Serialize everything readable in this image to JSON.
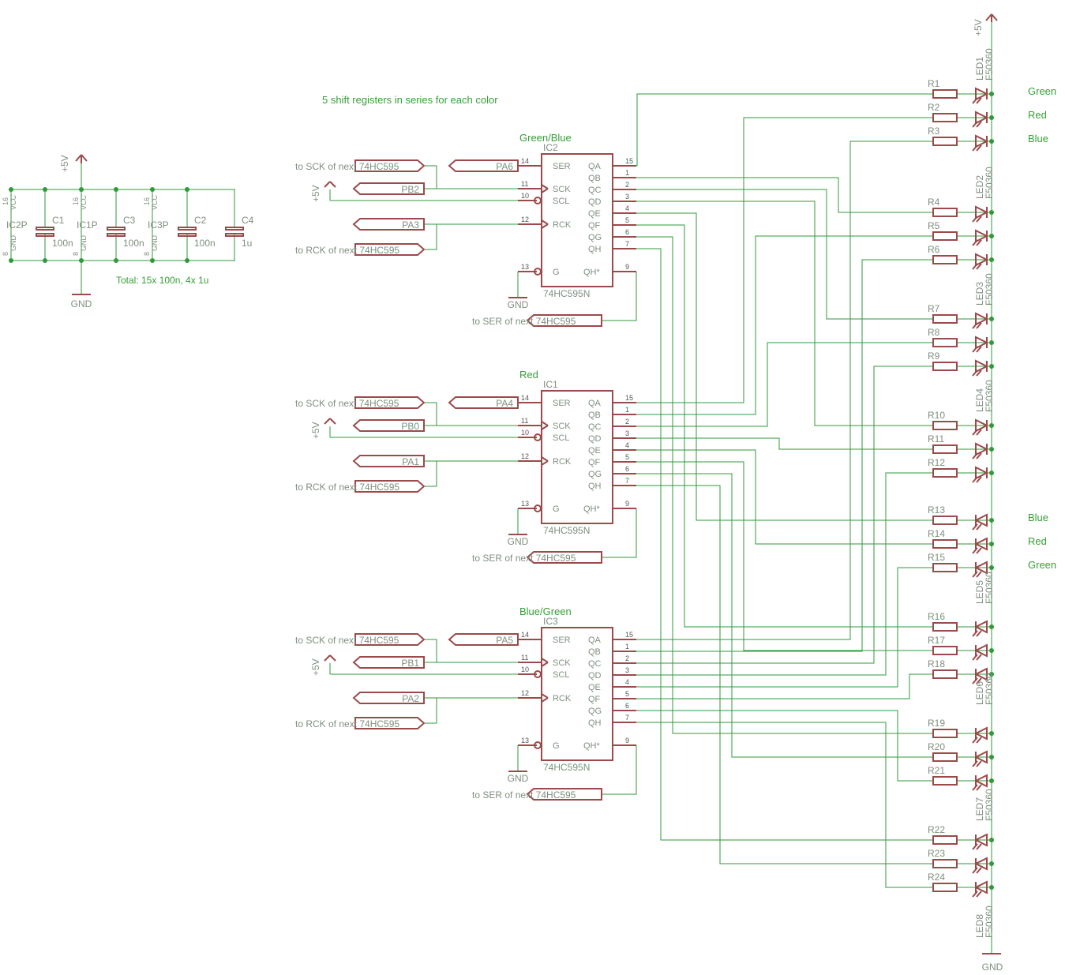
{
  "colors": {
    "net": "#2f9a3a",
    "part": "#9b4a4a",
    "label": "#7f8f7f",
    "note": "#36a036",
    "pinnum": "#555555"
  },
  "note": "5 shift registers in series for each color",
  "total_note": "Total: 15x 100n, 4x 1u",
  "supply": {
    "vcc": "+5V",
    "gnd": "GND",
    "pin_vcc_num": "16",
    "pin_gnd_num": "8",
    "pin_vcc": "VCC",
    "pin_gnd": "GND"
  },
  "decoupling": {
    "ic_power": [
      "IC2P",
      "IC1P",
      "IC3P"
    ],
    "caps": [
      {
        "name": "C1",
        "value": "100n"
      },
      {
        "name": "C3",
        "value": "100n"
      },
      {
        "name": "C2",
        "value": "100n"
      },
      {
        "name": "C4",
        "value": "1u"
      }
    ]
  },
  "chip_part": "74HC595N",
  "chip_pins": {
    "ser": "SER",
    "sck": "SCK",
    "scl": "SCL",
    "rck": "RCK",
    "g": "G",
    "qh_star": "QH*",
    "outs": [
      "QA",
      "QB",
      "QC",
      "QD",
      "QE",
      "QF",
      "QG",
      "QH"
    ],
    "out_nums": [
      "15",
      "1",
      "2",
      "3",
      "4",
      "5",
      "6",
      "7"
    ],
    "ser_num": "14",
    "sck_num": "11",
    "scl_num": "10",
    "rck_num": "12",
    "g_num": "13",
    "qh_star_num": "9"
  },
  "chips": [
    {
      "name": "IC2",
      "group": "Green/Blue",
      "ser_in": "PA6",
      "sck_in": "PB2",
      "rck_in": "PA3"
    },
    {
      "name": "IC1",
      "group": "Red",
      "ser_in": "PA4",
      "sck_in": "PB0",
      "rck_in": "PA1"
    },
    {
      "name": "IC3",
      "group": "Blue/Green",
      "ser_in": "PA5",
      "sck_in": "PB1",
      "rck_in": "PA2"
    }
  ],
  "chain_labels": {
    "sck": "to SCK of next 74HC595",
    "rck": "to RCK of next 74HC595",
    "ser": "to SER of next 74HC595"
  },
  "resistors": [
    "R1",
    "R2",
    "R3",
    "R4",
    "R5",
    "R6",
    "R7",
    "R8",
    "R9",
    "R10",
    "R11",
    "R12",
    "R13",
    "R14",
    "R15",
    "R16",
    "R17",
    "R18",
    "R19",
    "R20",
    "R21",
    "R22",
    "R23",
    "R24"
  ],
  "leds": [
    {
      "name": "LED1",
      "part": "F50360"
    },
    {
      "name": "LED2",
      "part": "F50360"
    },
    {
      "name": "LED3",
      "part": "F50360"
    },
    {
      "name": "LED4",
      "part": "F50360"
    },
    {
      "name": "LED5",
      "part": "F50360"
    },
    {
      "name": "LED6",
      "part": "F50360"
    },
    {
      "name": "LED7",
      "part": "F50360"
    },
    {
      "name": "LED8",
      "part": "F50360"
    }
  ],
  "color_labels_top": [
    "Green",
    "Red",
    "Blue"
  ],
  "color_labels_mid": [
    "Blue",
    "Red",
    "Green"
  ]
}
